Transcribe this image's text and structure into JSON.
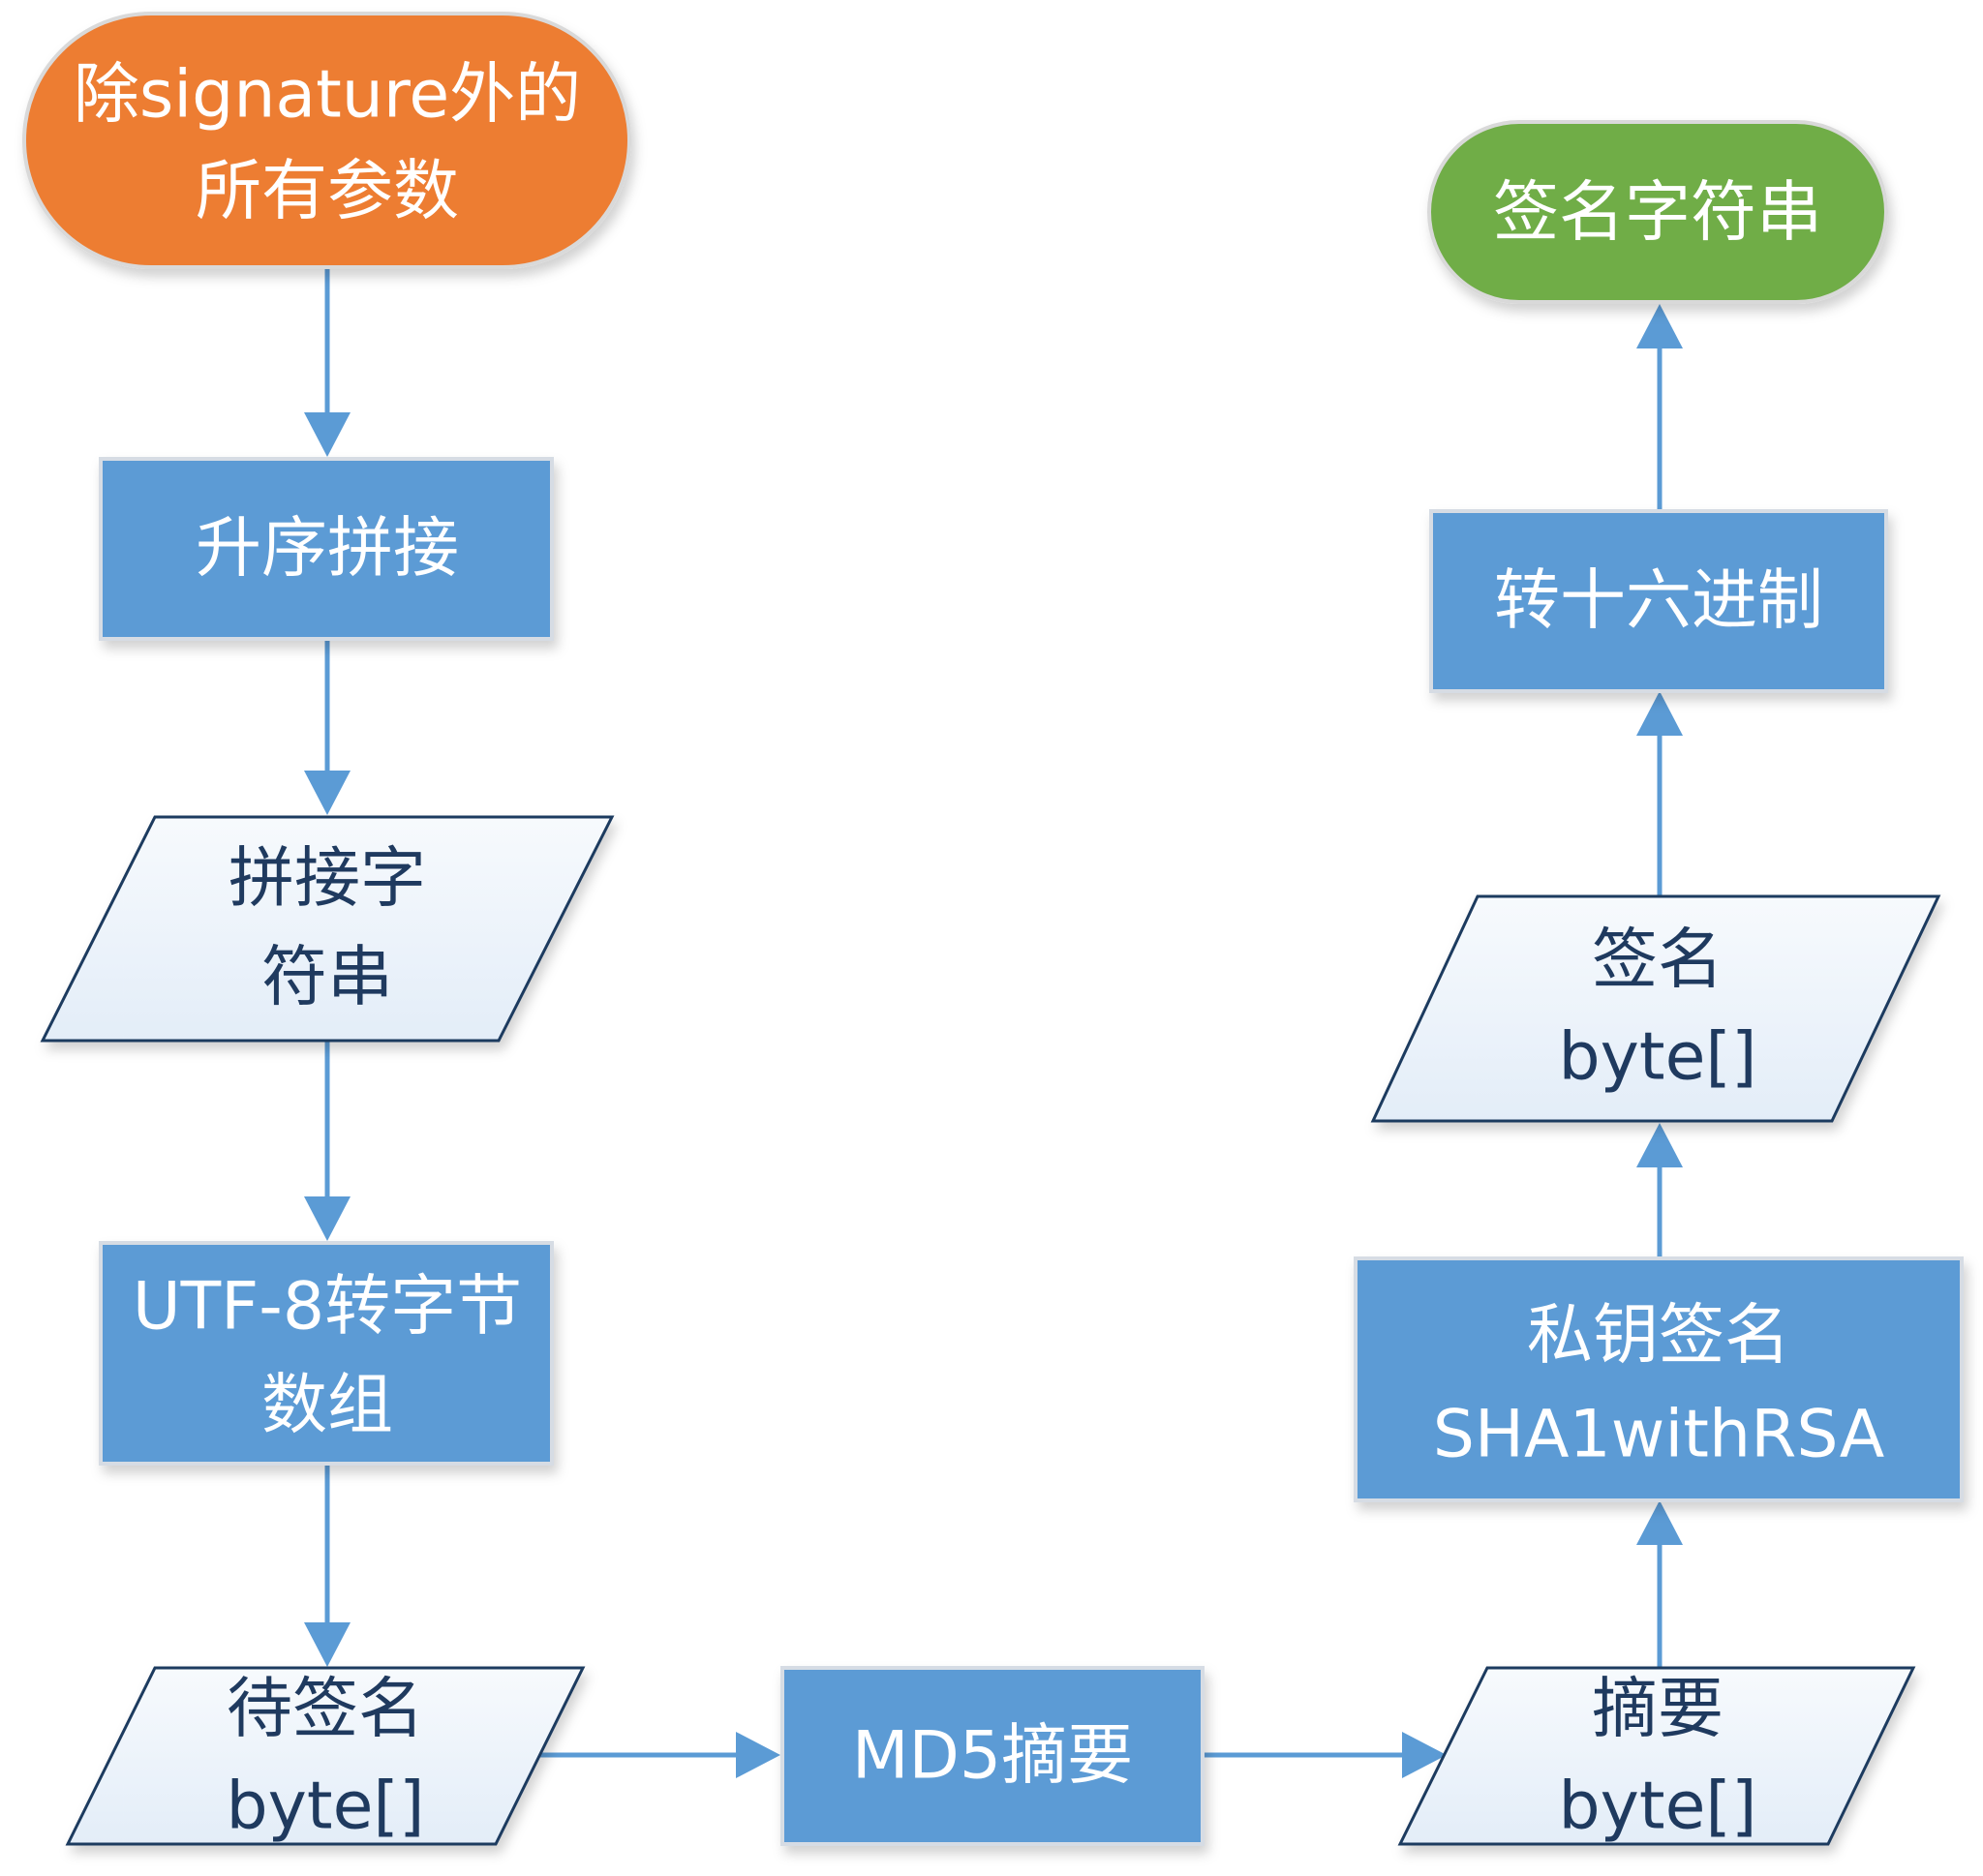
{
  "colors": {
    "start": "#ed7d31",
    "end": "#70ad47",
    "process": "#5b9bd5",
    "data_fill": "#eef4fb",
    "data_border": "#1f3a5f",
    "arrow": "#5b9bd5"
  },
  "nodes": {
    "start": {
      "lines": [
        "除signature外的",
        "所有参数"
      ]
    },
    "sort_concat": {
      "lines": [
        "升序拼接"
      ]
    },
    "concat_string": {
      "lines": [
        "拼接字",
        "符串"
      ]
    },
    "utf8_bytes": {
      "lines": [
        "UTF-8转字节",
        "数组"
      ]
    },
    "to_sign_bytes": {
      "lines": [
        "待签名",
        "byte[]"
      ]
    },
    "md5_digest": {
      "lines": [
        "MD5摘要"
      ]
    },
    "digest_bytes": {
      "lines": [
        "摘要",
        "byte[]"
      ]
    },
    "private_key_sign": {
      "lines": [
        "私钥签名",
        "SHA1withRSA"
      ]
    },
    "signature_bytes": {
      "lines": [
        "签名",
        "byte[]"
      ]
    },
    "to_hex": {
      "lines": [
        "转十六进制"
      ]
    },
    "end": {
      "lines": [
        "签名字符串"
      ]
    }
  }
}
